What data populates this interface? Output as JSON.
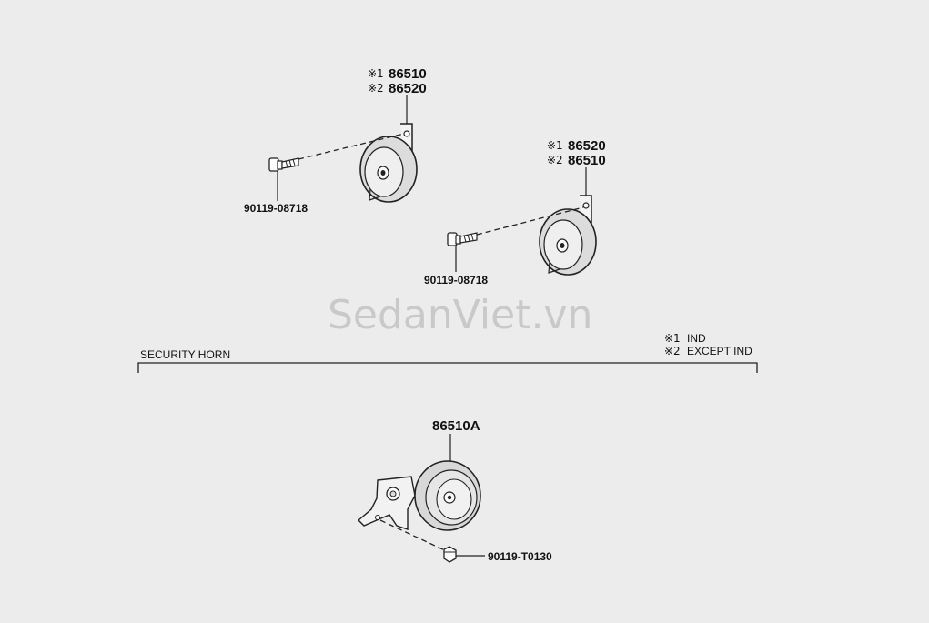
{
  "watermark": "SedanViet.vn",
  "horn_a": {
    "label_1_mark": "※1",
    "label_1_part": "86510",
    "label_2_mark": "※2",
    "label_2_part": "86520",
    "bolt_part": "90119-08718"
  },
  "horn_b": {
    "label_1_mark": "※1",
    "label_1_part": "86520",
    "label_2_mark": "※2",
    "label_2_part": "86510",
    "bolt_part": "90119-08718"
  },
  "legend": {
    "note_1_mark": "※1",
    "note_1_text": "IND",
    "note_2_mark": "※2",
    "note_2_text": "EXCEPT IND"
  },
  "section_title": "SECURITY HORN",
  "security_horn": {
    "part": "86510A",
    "bolt_part": "90119-T0130"
  }
}
